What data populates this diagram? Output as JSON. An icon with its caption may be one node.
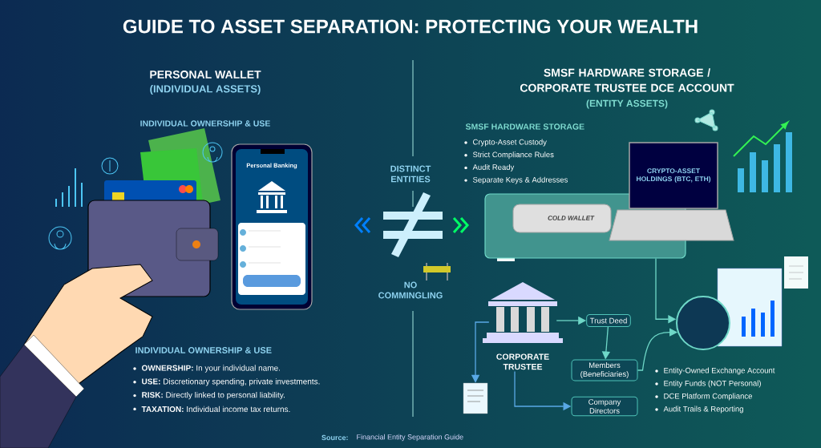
{
  "diagram": {
    "title": "GUIDE TO ASSET SEPARATION: PROTECTING YOUR WEALTH",
    "nodes": [
      {
        "text": [
          "CORPORATE TRUSTEE"
        ]
      },
      {
        "text": [
          "Trust Deed"
        ]
      },
      {
        "text": [
          "Members (Beneficiaries)"
        ]
      },
      {
        "text": [
          "Company Directors"
        ]
      },
      {
        "text": [],
        "shape": "picture"
      },
      {
        "text": [],
        "shape": "circle"
      },
      {
        "text": [],
        "shape": "picture"
      }
    ],
    "edges": [
      {
        "from": 0,
        "to": 1,
        "arrow": "to"
      },
      {
        "from": 1,
        "to": 2,
        "arrow": "to"
      },
      {
        "from": 0,
        "to": 3,
        "arrow": "to",
        "color": "#5aa9e6"
      },
      {
        "from": 0,
        "to": 4,
        "arrow": "to",
        "color": "#5aa9e6"
      },
      {
        "from": 2,
        "to": 5,
        "arrow": "to"
      },
      {
        "from": 6,
        "to": 5,
        "arrow": "to"
      }
    ],
    "labels": [
      "PERSONAL WALLET",
      "(INDIVIDUAL ASSETS)",
      "INDIVIDUAL OWNERSHIP & USE",
      "Personal Banking",
      "DISTINCT ENTITIES",
      "NO COMMINGLING",
      "SMSF HARDWARE STORAGE / CORPORATE TRUSTEE DCE ACCOUNT",
      "(ENTITY ASSETS)",
      "SMSF HARDWARE STORAGE",
      "Crypto-Asset Custody",
      "Strict Compliance Rules",
      "Audit Ready",
      "Separate Keys & Addresses",
      "CRYPTO-ASSET HOLDINGS (BTC, ETH)",
      "COLD WALLET",
      "INDIVIDUAL OWNERSHIP & USE",
      "**OWNERSHIP:** In your individual name.",
      "**USE:** Discretionary spending, private investments.",
      "**RISK:** Directly linked to personal liability.",
      "**TAXATION:** Individual income tax returns.",
      "Entity-Owned Exchange Account",
      "Entity Funds (NOT Personal)",
      "DCE Platform Compliance",
      "Audit Trails & Reporting",
      "Source:",
      "Financial Entity Separation Guide"
    ]
  }
}
